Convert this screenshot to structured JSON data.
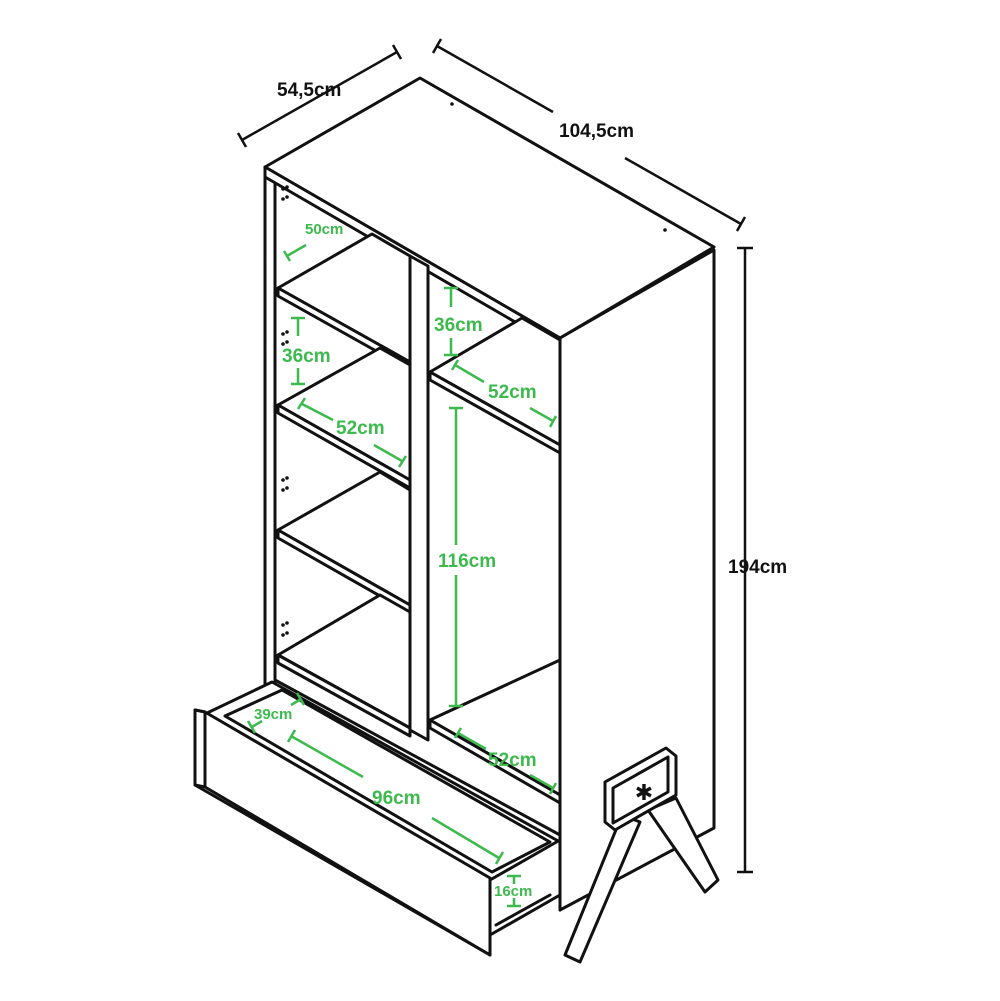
{
  "overall": {
    "depth": "54,5cm",
    "width": "104,5cm",
    "height": "194cm"
  },
  "inner": {
    "left_top_depth": "50cm",
    "left_shelf_gap": "36cm",
    "left_shelf_width": "52cm",
    "right_top_gap": "36cm",
    "right_shelf_width": "52cm",
    "right_hanging_height": "116cm",
    "right_bottom_width": "52cm",
    "drawer_depth": "39cm",
    "drawer_width": "96cm",
    "drawer_height": "16cm"
  },
  "colors": {
    "outline": "#111111",
    "dimension_green": "#3dba4e"
  }
}
